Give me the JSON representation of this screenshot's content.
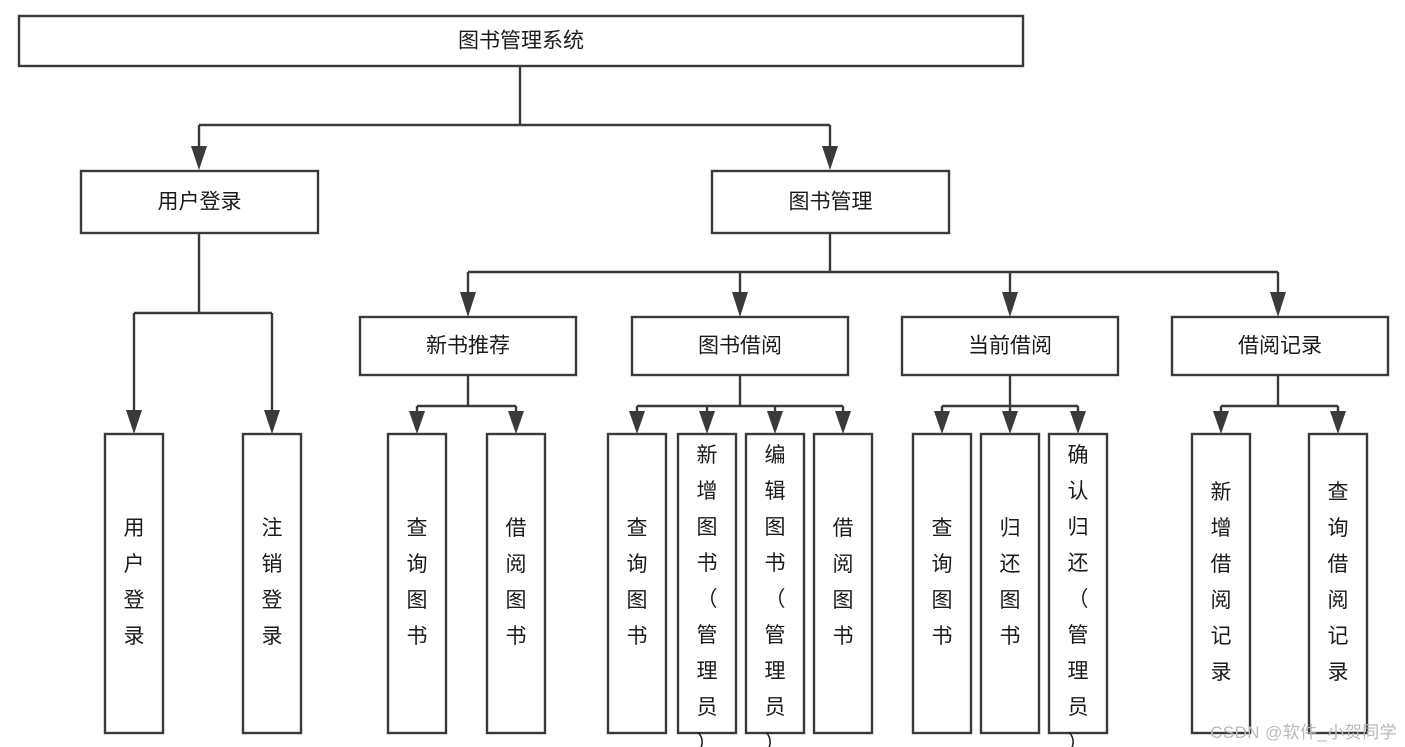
{
  "diagram": {
    "title": "图书管理系统",
    "type": "functional-structure-tree",
    "background_color": "#ffffff",
    "line_color": "#3a3a3a",
    "text_color": "#1b1b1b",
    "watermark": "CSDN @软件_小贺同学",
    "levels": {
      "root": {
        "label": "图书管理系统",
        "orientation": "horizontal"
      },
      "level1": [
        {
          "label": "用户登录",
          "orientation": "horizontal"
        },
        {
          "label": "图书管理",
          "orientation": "horizontal"
        }
      ],
      "level2": [
        {
          "label": "新书推荐",
          "orientation": "horizontal"
        },
        {
          "label": "图书借阅",
          "orientation": "horizontal"
        },
        {
          "label": "当前借阅",
          "orientation": "horizontal"
        },
        {
          "label": "借阅记录",
          "orientation": "horizontal"
        }
      ],
      "leaves": {
        "user_login": [
          {
            "label": "用户登录",
            "orientation": "vertical"
          },
          {
            "label": "注销登录",
            "orientation": "vertical"
          }
        ],
        "new_book_recommend": [
          {
            "label": "查询图书",
            "orientation": "vertical"
          },
          {
            "label": "借阅图书",
            "orientation": "vertical"
          }
        ],
        "book_borrow": [
          {
            "label": "查询图书",
            "orientation": "vertical"
          },
          {
            "label": "新增图书（管理员）",
            "orientation": "vertical"
          },
          {
            "label": "编辑图书（管理员）",
            "orientation": "vertical"
          },
          {
            "label": "借阅图书",
            "orientation": "vertical"
          }
        ],
        "current_borrow": [
          {
            "label": "查询图书",
            "orientation": "vertical"
          },
          {
            "label": "归还图书",
            "orientation": "vertical"
          },
          {
            "label": "确认归还（管理员）",
            "orientation": "vertical"
          }
        ],
        "borrow_record": [
          {
            "label": "新增借阅记录",
            "orientation": "vertical"
          },
          {
            "label": "查询借阅记录",
            "orientation": "vertical"
          }
        ]
      }
    }
  }
}
